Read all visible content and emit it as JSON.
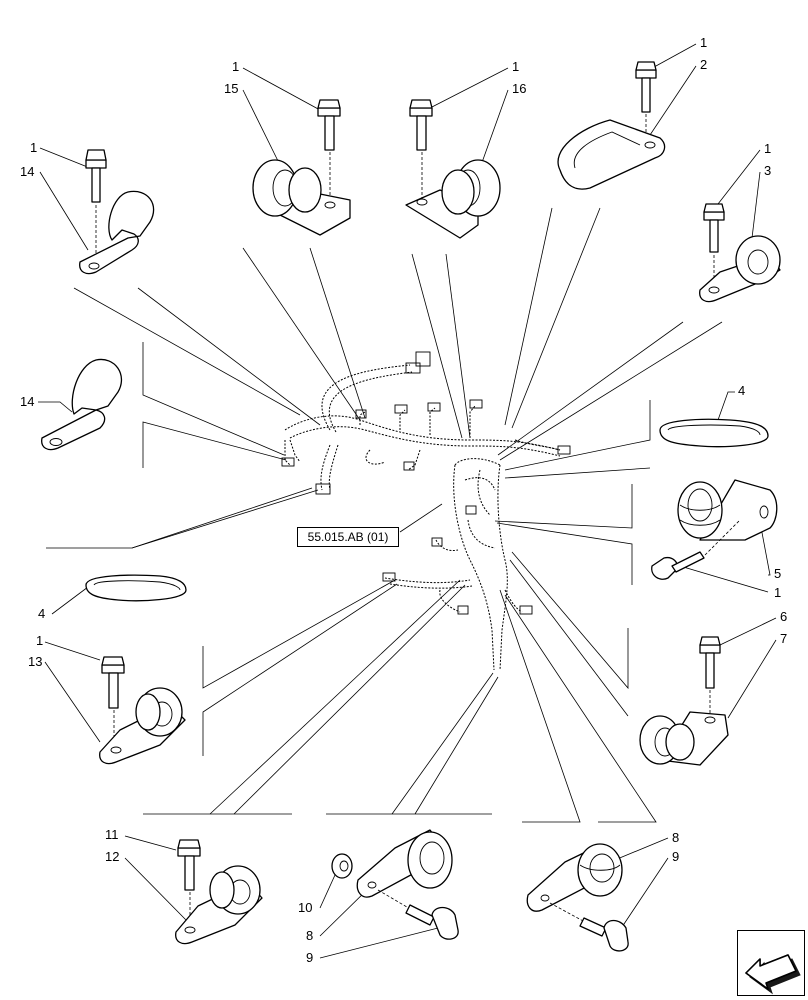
{
  "reference": "55.015.AB (01)",
  "labels": [
    {
      "id": "l1a",
      "text": "1"
    },
    {
      "id": "l14a",
      "text": "14"
    },
    {
      "id": "l1b",
      "text": "1"
    },
    {
      "id": "l15",
      "text": "15"
    },
    {
      "id": "l1c",
      "text": "1"
    },
    {
      "id": "l16",
      "text": "16"
    },
    {
      "id": "l1d",
      "text": "1"
    },
    {
      "id": "l2",
      "text": "2"
    },
    {
      "id": "l1e",
      "text": "1"
    },
    {
      "id": "l3",
      "text": "3"
    },
    {
      "id": "l14b",
      "text": "14"
    },
    {
      "id": "l4a",
      "text": "4"
    },
    {
      "id": "l4b",
      "text": "4"
    },
    {
      "id": "l5",
      "text": "5"
    },
    {
      "id": "l1f",
      "text": "1"
    },
    {
      "id": "l6",
      "text": "6"
    },
    {
      "id": "l7",
      "text": "7"
    },
    {
      "id": "l1g",
      "text": "1"
    },
    {
      "id": "l13",
      "text": "13"
    },
    {
      "id": "l11",
      "text": "11"
    },
    {
      "id": "l12",
      "text": "12"
    },
    {
      "id": "l10",
      "text": "10"
    },
    {
      "id": "l8a",
      "text": "8"
    },
    {
      "id": "l9a",
      "text": "9"
    },
    {
      "id": "l8b",
      "text": "8"
    },
    {
      "id": "l9b",
      "text": "9"
    }
  ],
  "nav": {
    "icon": "arrow-left-icon"
  }
}
